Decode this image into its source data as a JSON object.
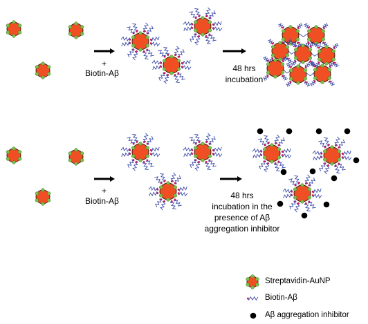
{
  "colors": {
    "particle_fill": "#f04e23",
    "particle_stroke": "#3a2418",
    "streptavidin": "#7bbf4a",
    "peptide_strand": "#3a4aa8",
    "biotin_tip": "#c2185b",
    "inhibitor": "#000000",
    "arrow": "#000000"
  },
  "top_row": {
    "step1_plus": "+",
    "step1_reagent": "Biotin-Aβ",
    "step2_time": "48 hrs",
    "step2_label": "incubation"
  },
  "bottom_row": {
    "step1_plus": "+",
    "step1_reagent": "Biotin-Aβ",
    "step2_time": "48 hrs",
    "step2_line1": "incubation in the",
    "step2_line2": "presence of Aβ",
    "step2_line3": "aggregation inhibitor"
  },
  "legend": {
    "particle": "Streptavidin-AuNP",
    "peptide": "Biotin-Aβ",
    "inhibitor": "Aβ aggregation inhibitor"
  },
  "icons": [
    "streptavidin-aunp-icon",
    "biotin-abeta-icon",
    "inhibitor-dot-icon",
    "arrow-icon"
  ]
}
